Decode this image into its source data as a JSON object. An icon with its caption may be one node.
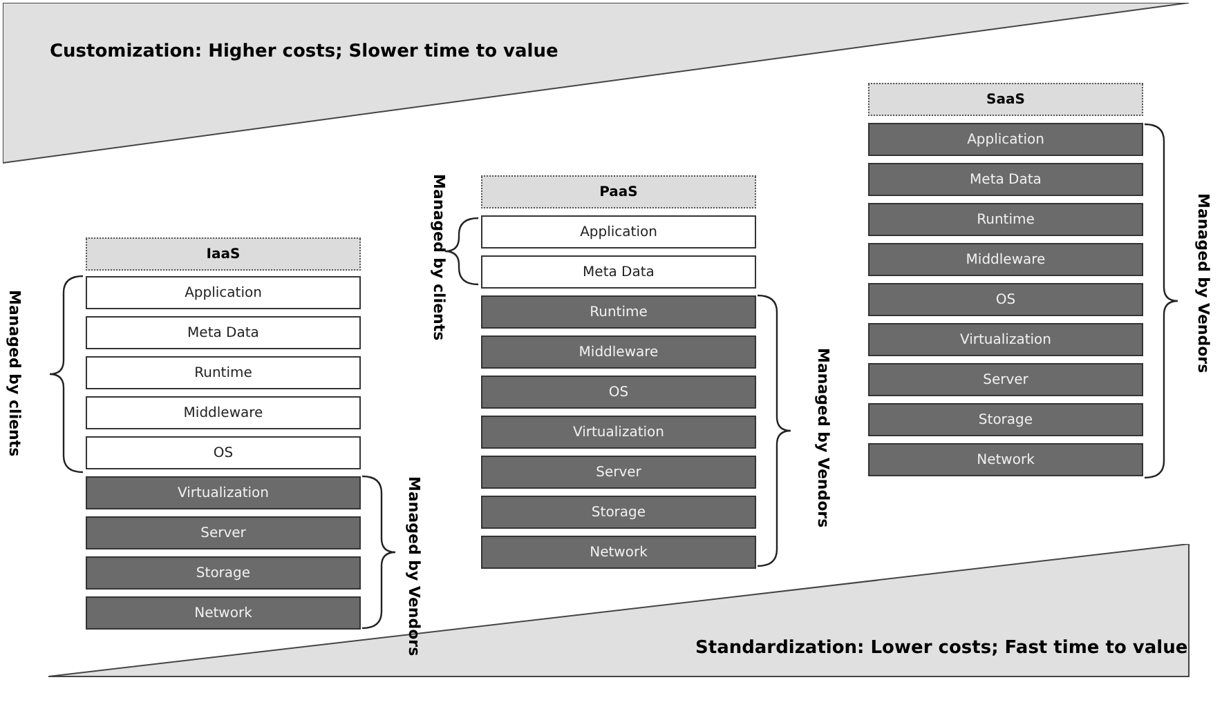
{
  "diagram": {
    "nodes": [
      {
        "text": [
          "Customization: Higher costs; Slower time to value"
        ]
      },
      {
        "text": [
          "IaaS"
        ]
      },
      {
        "text": [
          "Application"
        ]
      },
      {
        "text": [
          "Meta Data"
        ]
      },
      {
        "text": [
          "Runtime"
        ]
      },
      {
        "text": [
          "Middleware"
        ]
      },
      {
        "text": [
          "OS"
        ]
      },
      {
        "text": [
          "Virtualization"
        ]
      },
      {
        "text": [
          "Server"
        ]
      },
      {
        "text": [
          "Storage"
        ]
      },
      {
        "text": [
          "Network"
        ]
      },
      {
        "text": [
          "PaaS"
        ]
      },
      {
        "text": [
          "Application"
        ]
      },
      {
        "text": [
          "Meta Data"
        ]
      },
      {
        "text": [
          "Runtime"
        ]
      },
      {
        "text": [
          "Middleware"
        ]
      },
      {
        "text": [
          "OS"
        ]
      },
      {
        "text": [
          "Virtualization"
        ]
      },
      {
        "text": [
          "Server"
        ]
      },
      {
        "text": [
          "Storage"
        ]
      },
      {
        "text": [
          "Network"
        ]
      },
      {
        "text": [
          "SaaS"
        ]
      },
      {
        "text": [
          "Application"
        ]
      },
      {
        "text": [
          "Meta Data"
        ]
      },
      {
        "text": [
          "Runtime"
        ]
      },
      {
        "text": [
          "Middleware"
        ]
      },
      {
        "text": [
          "OS"
        ]
      },
      {
        "text": [
          "Virtualization"
        ]
      },
      {
        "text": [
          "Server"
        ]
      },
      {
        "text": [
          "Storage"
        ]
      },
      {
        "text": [
          "Network"
        ]
      },
      {
        "text": [
          "Standardization: Lower costs; Fast time to value"
        ]
      }
    ],
    "edges": [],
    "labels": [
      "Managed by clients",
      "Managed by Vendors",
      "Managed by clients",
      "Managed by Vendors",
      "Managed by Vendors"
    ]
  }
}
